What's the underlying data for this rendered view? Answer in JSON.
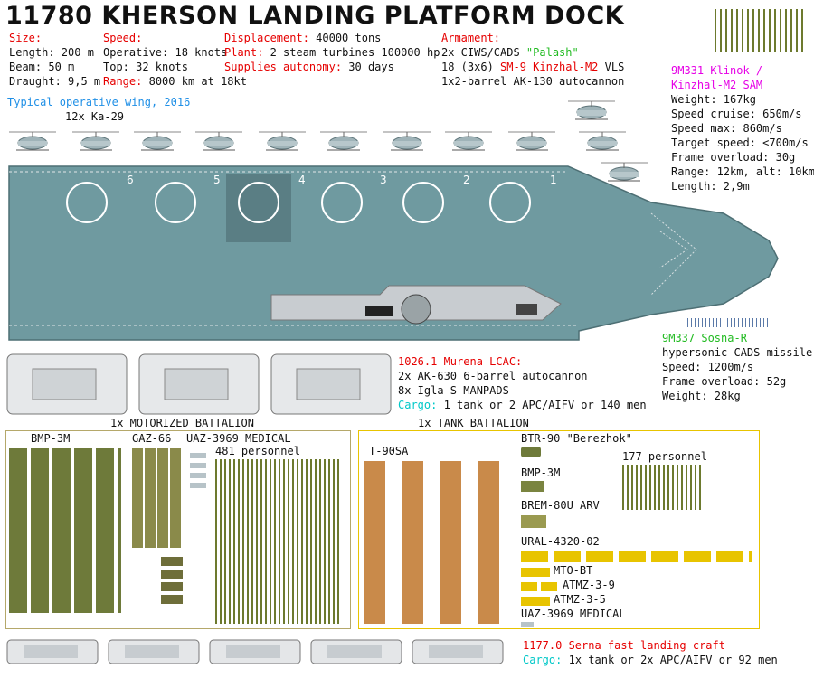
{
  "title": "11780 KHERSON LANDING PLATFORM DOCK",
  "specs": {
    "size_label": "Size:",
    "length": "Length: 200 m",
    "beam": "Beam: 50  m",
    "draught": "Draught: 9,5 m",
    "speed_label": "Speed:",
    "operative": "Operative: 18 knots",
    "top": "Top: 32 knots",
    "range_label": "Range:",
    "range_value": "8000 km at 18kt",
    "displacement_label": "Displacement:",
    "displacement_value": "40000 tons",
    "plant_label": "Plant:",
    "plant_value": "2 steam turbines 100000 hp",
    "supplies_label": "Supplies autonomy:",
    "supplies_value": "30 days",
    "armament_label": "Armament:",
    "arm_1_prefix": "2x CIWS/CADS ",
    "arm_1_name": "\"Palash\"",
    "arm_2_prefix": "18 (3x6) ",
    "arm_2_name": "SM-9 Kinzhal-M2",
    "arm_2_suffix": " VLS",
    "arm_3": "1x2-barrel AK-130 autocannon"
  },
  "wing": {
    "label": "Typical operative wing, 2016",
    "count": "12x Ka-29"
  },
  "deck_spots": [
    "6",
    "5",
    "4",
    "3",
    "2",
    "1"
  ],
  "klinok": {
    "name_1": "9M331 Klinok /",
    "name_2": "Kinzhal-M2 SAM",
    "weight": "Weight: 167kg",
    "speed_cruise": "Speed cruise: 650m/s",
    "speed_max": "Speed max: 860m/s",
    "target_speed": "Target speed: <700m/s",
    "frame_overload": "Frame overload: 30g",
    "range": "Range: 12km, alt: 10km",
    "length": "Length: 2,9m"
  },
  "sosna": {
    "name": "9M337 Sosna-R",
    "desc": "hypersonic CADS missile",
    "speed": "Speed: 1200m/s",
    "frame_overload": "Frame overload: 52g",
    "weight": "Weight: 28kg"
  },
  "murena": {
    "name": "1026.1 Murena LCAC:",
    "arm_1": "2x AK-630 6-barrel autocannon",
    "arm_2": "8x Igla-S MANPADS",
    "cargo_label": "Cargo:",
    "cargo_value": "1 tank or 2 APC/AIFV or 140 men"
  },
  "motorized": {
    "title": "1x MOTORIZED BATTALION",
    "bmp": "BMP-3M",
    "gaz": "GAZ-66",
    "uaz": "UAZ-3969 MEDICAL",
    "personnel": "481 personnel"
  },
  "tank": {
    "title": "1x TANK BATTALION",
    "t90": "T-90SA",
    "btr": "BTR-90 \"Berezhok\"",
    "personnel": "177 personnel",
    "bmp": "BMP-3M",
    "brem": "BREM-80U ARV",
    "ural": "URAL-4320-02",
    "mto": "MTO-BT",
    "atm9": "ATMZ-3-9",
    "atm5": "ATMZ-3-5",
    "uaz": "UAZ-3969 MEDICAL"
  },
  "serna": {
    "name": "1177.0 Serna fast landing craft",
    "cargo_label": "Cargo:",
    "cargo_value": "1x tank or 2x APC/AIFV or 92 men"
  },
  "colors": {
    "deck": "#6f9aa0",
    "deck_dark": "#557a80",
    "hull_light": "#c8ccd0",
    "camo_green": "#6e7a3a",
    "tan": "#c98a4a",
    "yellow": "#e8c400",
    "label_red": "#e60000"
  }
}
